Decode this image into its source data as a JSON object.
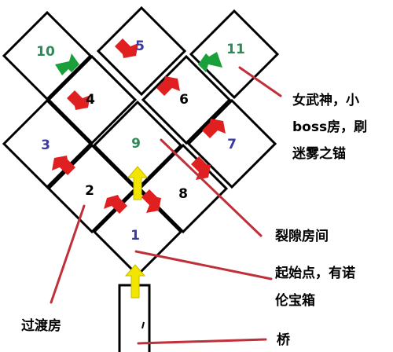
{
  "rooms": [
    {
      "id": "1",
      "label": "1",
      "color": "#3a3aa0"
    },
    {
      "id": "2",
      "label": "2",
      "color": "#000000"
    },
    {
      "id": "3",
      "label": "3",
      "color": "#3a3aa0"
    },
    {
      "id": "4",
      "label": "4",
      "color": "#000000"
    },
    {
      "id": "5",
      "label": "5",
      "color": "#3a3aa0"
    },
    {
      "id": "6",
      "label": "6",
      "color": "#000000"
    },
    {
      "id": "7",
      "label": "7",
      "color": "#3a3aa0"
    },
    {
      "id": "8",
      "label": "8",
      "color": "#000000"
    },
    {
      "id": "9",
      "label": "9",
      "color": "#2e8b57"
    },
    {
      "id": "10",
      "label": "10",
      "color": "#2e8b57"
    },
    {
      "id": "11",
      "label": "11",
      "color": "#2e8b57"
    }
  ],
  "annotations": {
    "valkyrie_line1": "女武神，小",
    "valkyrie_line2": "boss房，刷",
    "valkyrie_line3": "迷雾之锚",
    "rift": "裂隙房间",
    "start_line1": "起始点，有诺",
    "start_line2": "伦宝箱",
    "transition": "过渡房",
    "bridge": "桥"
  },
  "colors": {
    "outline": "#000000",
    "arrow_red": "#e02020",
    "arrow_green": "#1aa03a",
    "arrow_yellow": "#f2e600",
    "leader_line": "#c0303a"
  }
}
